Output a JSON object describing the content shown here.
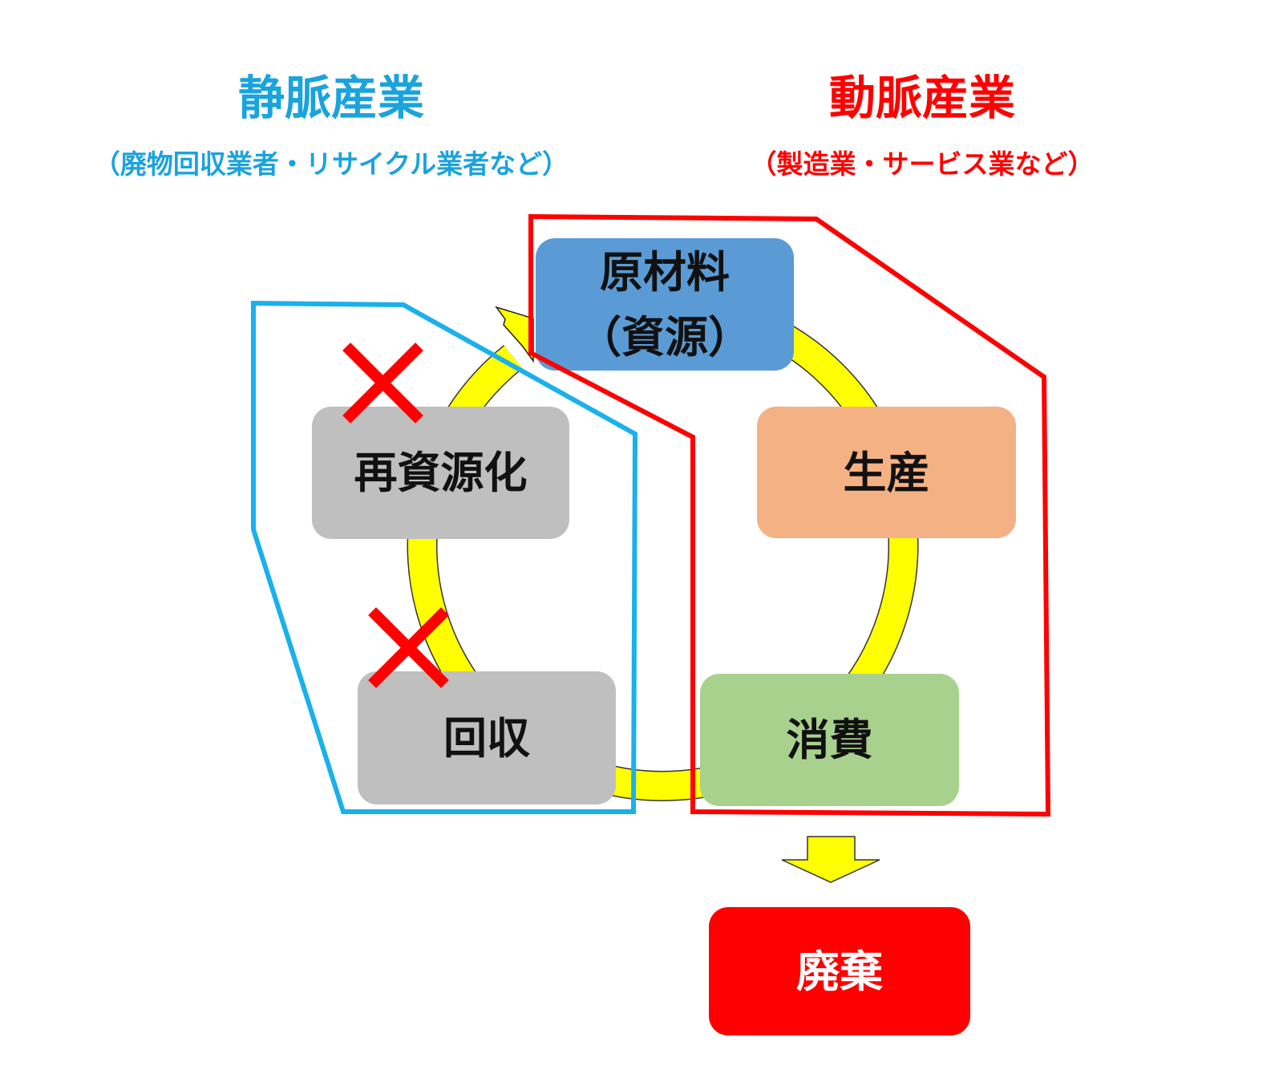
{
  "left_group": {
    "title": "静脈産業",
    "subtitle": "（廃物回収業者・リサイクル業者など）",
    "color": "#1AA3DD"
  },
  "right_group": {
    "title": "動脈産業",
    "subtitle": "（製造業・サービス業など）",
    "color": "#FF0000"
  },
  "nodes": {
    "raw_material": {
      "line1": "原材料",
      "line2": "（資源）",
      "color": "#5B9BD5"
    },
    "production": {
      "label": "生産",
      "color": "#F4B183"
    },
    "consumption": {
      "label": "消費",
      "color": "#A9D18E"
    },
    "collection": {
      "label": "回収",
      "color": "#BFBFBF"
    },
    "recycling": {
      "label": "再資源化",
      "color": "#BFBFBF"
    },
    "disposal": {
      "label": "廃棄",
      "color": "#FF0000"
    }
  },
  "cycle_color": "#FFFF00",
  "cross_mark_color": "#FF0000"
}
